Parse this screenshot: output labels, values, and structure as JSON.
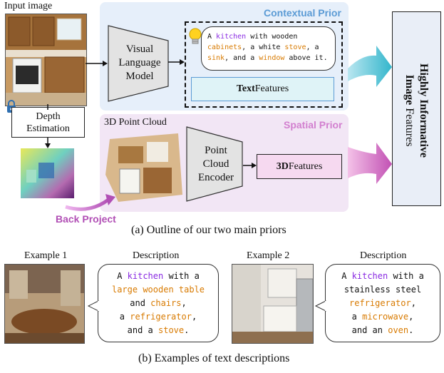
{
  "input_image_label": "Input image",
  "depth_label": "Depth Estimation",
  "vlm_label": "Visual Language Model",
  "contextual_prior_title": "Contextual Prior",
  "caption_top": {
    "p1": "A ",
    "k1": "kitchen",
    "p2": " with wooden ",
    "o1": "cabinets",
    "p3": ", a white ",
    "o2": "stove",
    "p4": ", a ",
    "o3": "sink",
    "p5": ", and a ",
    "o4": "window",
    "p6": " above it."
  },
  "text_features_bold": "Text",
  "text_features_rest": " Features",
  "point_cloud_label": "3D Point Cloud",
  "spatial_prior_title": "Spatial Prior",
  "pce_label": "Point Cloud Encoder",
  "features3d_bold": "3D",
  "features3d_rest": " Features",
  "back_project_label": "Back Project",
  "output_label_bold1": "Highly Informative",
  "output_label_bold2": "Image",
  "output_label_rest": " Features",
  "caption_a": "(a) Outline of our two main priors",
  "example1_label": "Example 1",
  "example2_label": "Example 2",
  "description_label1": "Description",
  "description_label2": "Description",
  "desc1": {
    "p1": "A ",
    "k1": "kitchen",
    "p2": " with a",
    "o1": "large wooden table",
    "p3": "and ",
    "o2": "chairs",
    "p4": ",",
    "p5": "a ",
    "o3": "refrigerator",
    "p6": ",",
    "p7": "and a ",
    "o4": "stove",
    "p8": "."
  },
  "desc2": {
    "p1": "A ",
    "k1": "kitchen",
    "p2": " with a",
    "p3": "stainless steel",
    "o1": "refrigerator",
    "p4": ",",
    "p5": "a ",
    "o2": "microwave",
    "p6": ",",
    "p7": "and an ",
    "o3": "oven",
    "p8": "."
  },
  "caption_b": "(b) Examples of text descriptions",
  "colors": {
    "contextual_bg": "#e6effa",
    "contextual_title": "#5b9bd5",
    "spatial_bg": "#f2e6f5",
    "spatial_title": "#d27fcf",
    "text_features_bg": "#dff3f7",
    "features3d_bg": "#f6d9f0",
    "keyword": "#8a2be2",
    "object": "#d87a00",
    "back_project": "#b14fb5",
    "lock": "#2f6fb0"
  }
}
